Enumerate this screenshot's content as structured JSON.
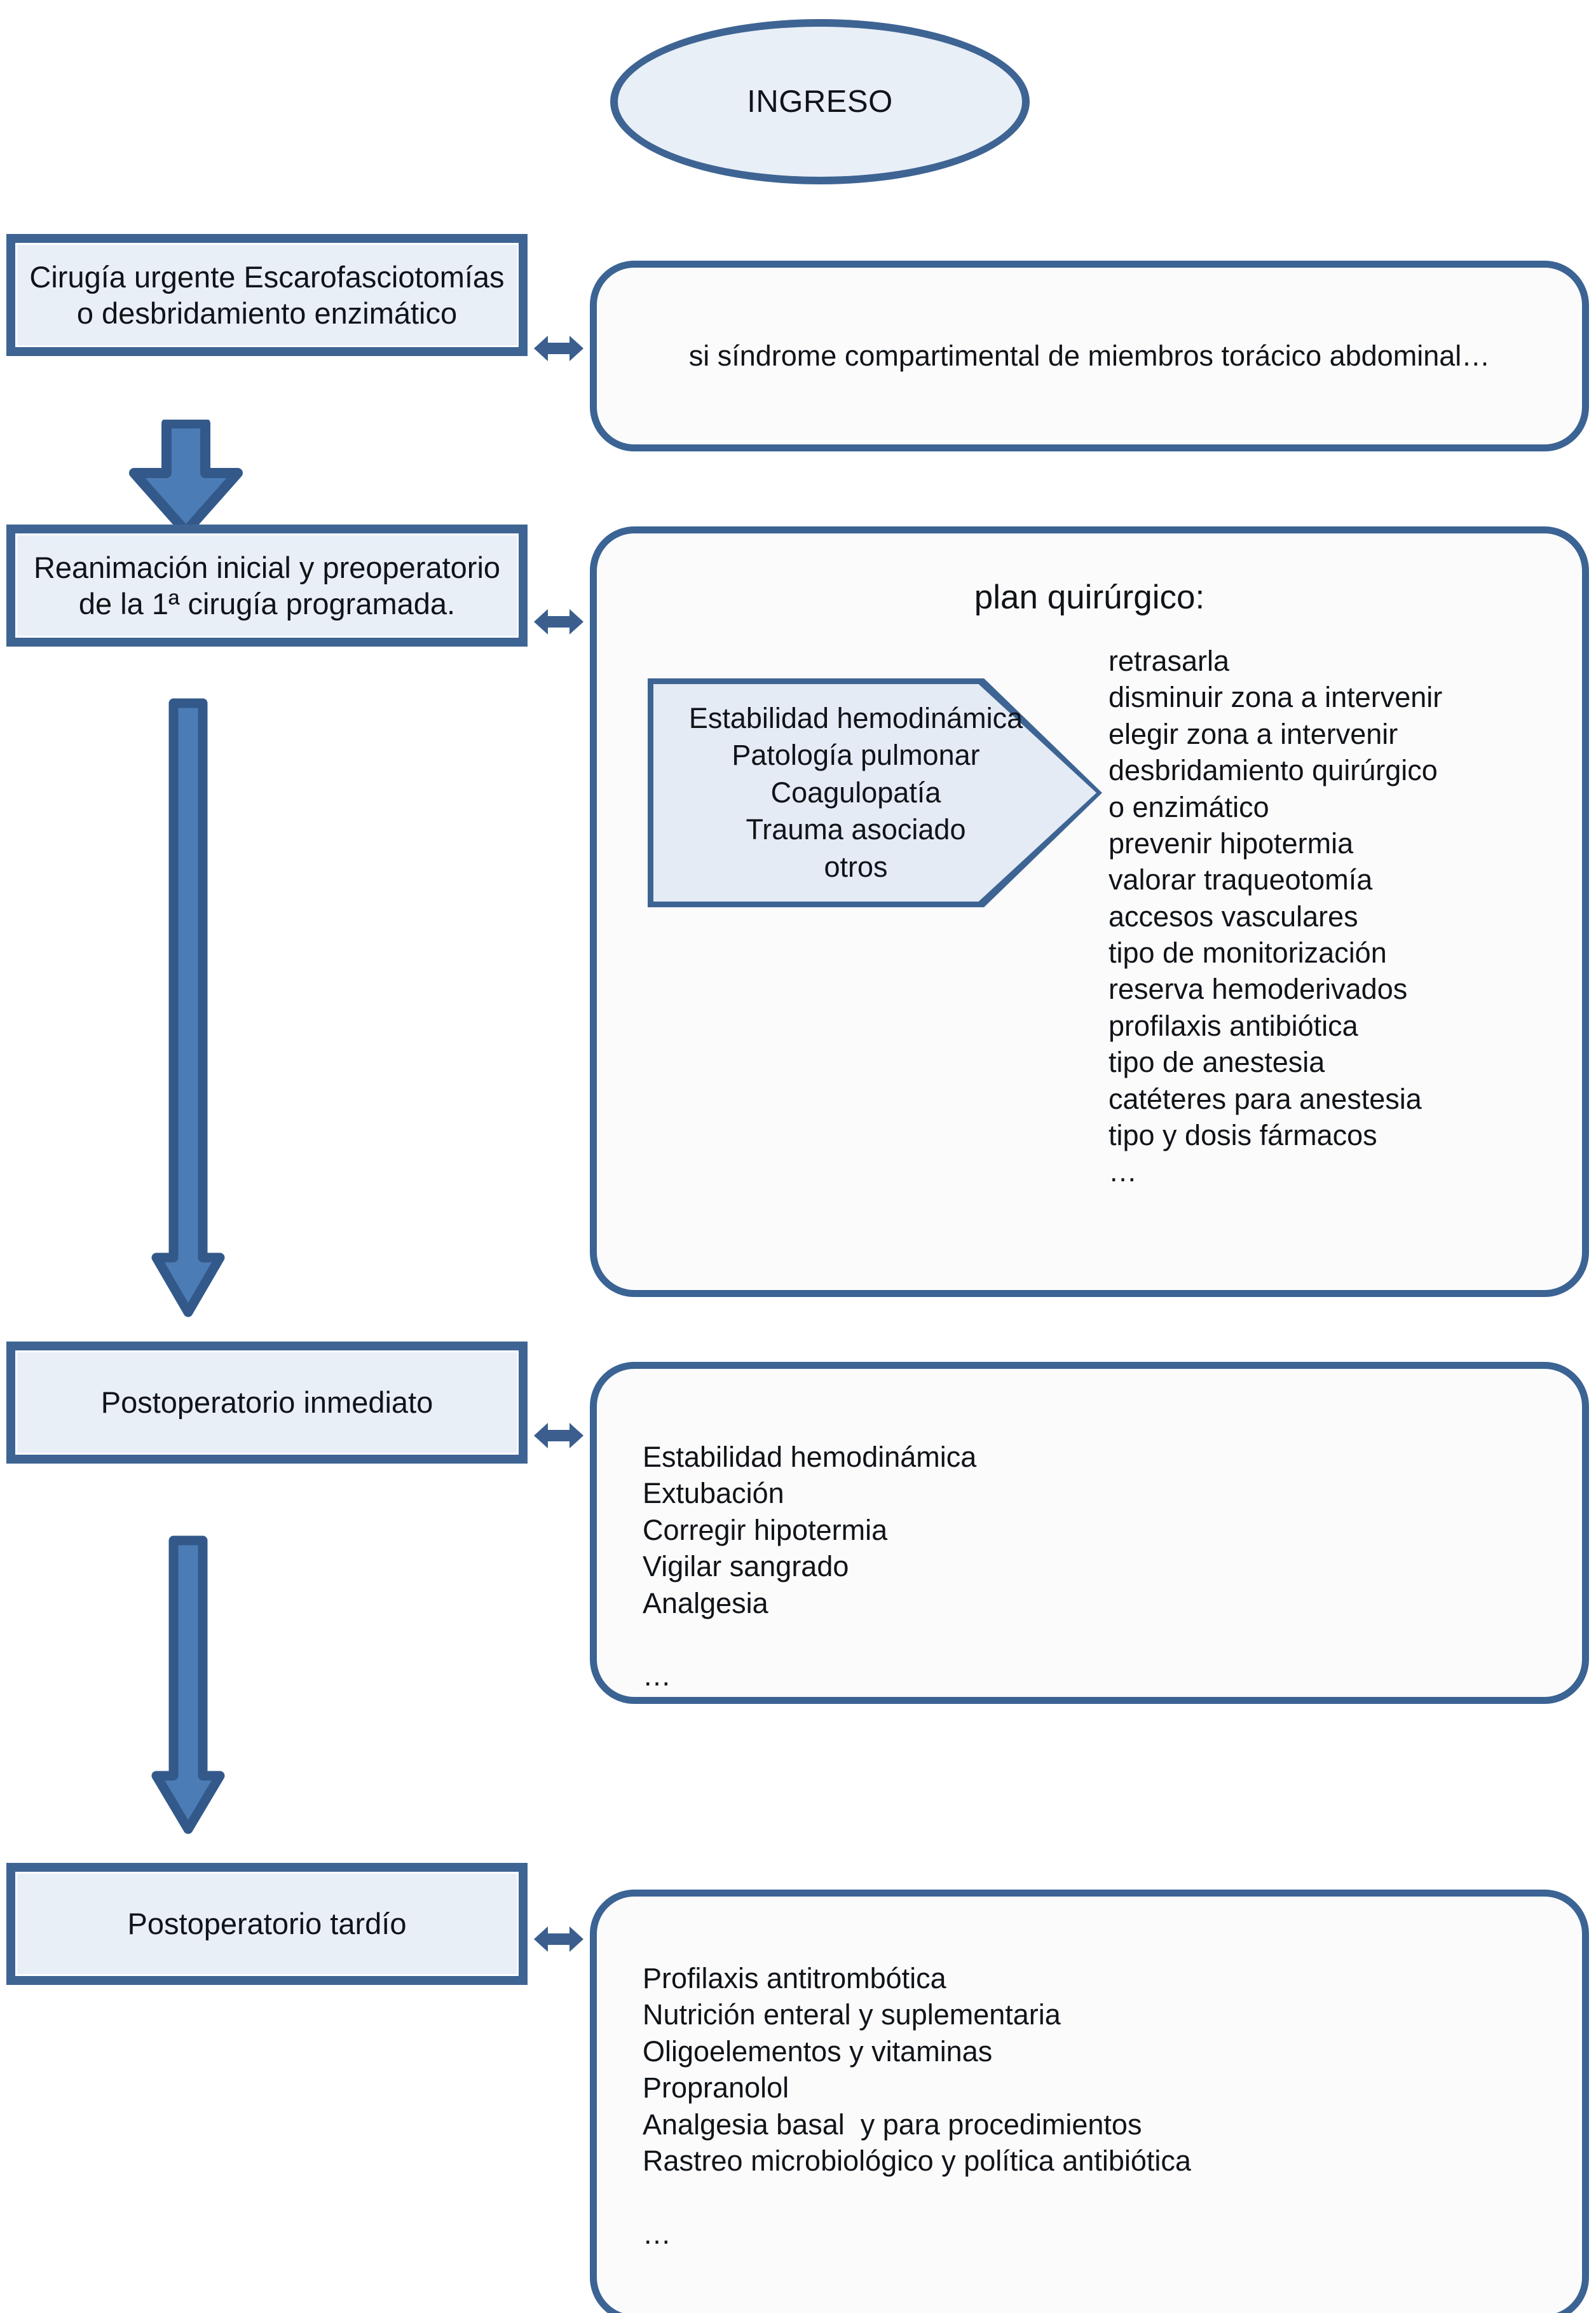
{
  "colors": {
    "border_blue": "#3e6493",
    "fill_light_blue": "#e9eff7",
    "callout_fill": "#fbfbfc",
    "arrow_fill": "#4c7cb5",
    "arrow_stroke": "#345c8c",
    "text": "#101418"
  },
  "start": {
    "label": "INGRESO",
    "shape": "ellipse"
  },
  "stages": [
    {
      "id": "cirugia-urgente",
      "lines": [
        "Cirugía urgente",
        "Escarofasciotomías o",
        "desbridamiento enzimático"
      ]
    },
    {
      "id": "reanimacion-inicial",
      "lines": [
        "Reanimación inicial",
        "y preoperatorio",
        "de la 1ª cirugía programada."
      ]
    },
    {
      "id": "postoperatorio-inmediato",
      "lines": [
        "Postoperatorio",
        "inmediato"
      ]
    },
    {
      "id": "postoperatorio-tardio",
      "lines": [
        "Postoperatorio",
        "tardío"
      ]
    }
  ],
  "callouts": {
    "sindrome": {
      "lines": [
        "si síndrome compartimental",
        "de miembros torácico abdominal…"
      ]
    },
    "plan": {
      "title": "plan quirúrgico:",
      "factors": [
        "Estabilidad hemodinámica",
        "Patología pulmonar",
        "Coagulopatía",
        "Trauma asociado",
        "otros"
      ],
      "actions": [
        "retrasarla",
        "disminuir zona a intervenir",
        "elegir zona a intervenir",
        "desbridamiento quirúrgico",
        "o enzimático",
        "prevenir hipotermia",
        "valorar traqueotomía",
        "accesos vasculares",
        "tipo de monitorización",
        "reserva hemoderivados",
        "profilaxis antibiótica",
        "tipo de anestesia",
        "catéteres para anestesia",
        "tipo y dosis fármacos",
        "…"
      ]
    },
    "postop_inmediato": {
      "items": [
        "Estabilidad hemodinámica",
        "Extubación",
        "Corregir hipotermia",
        "Vigilar sangrado",
        "Analgesia",
        "",
        "…"
      ]
    },
    "postop_tardio": {
      "items": [
        "Profilaxis antitrombótica",
        "Nutrición enteral y suplementaria",
        "Oligoelementos y vitaminas",
        "Propranolol",
        "Analgesia basal  y para procedimientos",
        "Rastreo microbiológico y política antibiótica",
        "",
        "…"
      ]
    }
  },
  "connectors": {
    "down_arrow_name": "down-arrow",
    "double_arrow_name": "double-headed-arrow"
  }
}
